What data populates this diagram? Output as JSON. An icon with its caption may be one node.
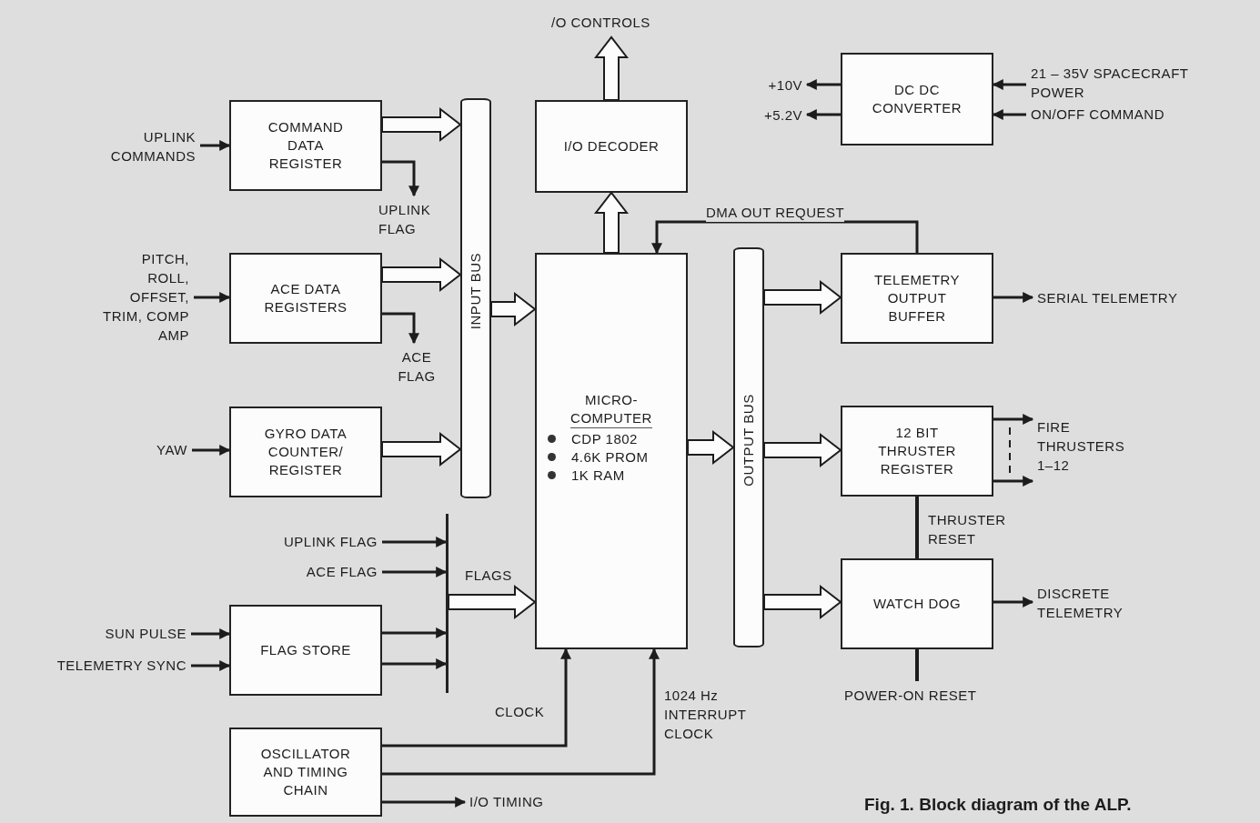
{
  "diagram": {
    "caption": "Fig. 1. Block diagram of the ALP.",
    "nodes": [
      {
        "text": [
          "COMMAND DATA REGISTER"
        ]
      },
      {
        "text": [
          "ACE DATA REGISTERS"
        ]
      },
      {
        "text": [
          "GYRO DATA COUNTER/ REGISTER"
        ]
      },
      {
        "text": [
          "INPUT BUS"
        ]
      },
      {
        "text": [
          "I/O DECODER"
        ]
      },
      {
        "text": [
          "MICRO-COMPUTER",
          "CDP 1802",
          "4.6K PROM",
          "1K RAM"
        ]
      },
      {
        "text": [
          "OUTPUT BUS"
        ]
      },
      {
        "text": [
          "DC DC CONVERTER"
        ]
      },
      {
        "text": [
          "TELEMETRY OUTPUT BUFFER"
        ]
      },
      {
        "text": [
          "12 BIT THRUSTER REGISTER"
        ]
      },
      {
        "text": [
          "WATCH DOG"
        ]
      },
      {
        "text": [
          "FLAG STORE"
        ]
      },
      {
        "text": [
          "OSCILLATOR AND TIMING CHAIN"
        ]
      },
      {
        "text": [],
        "shape": "bar"
      },
      {
        "text": [
          "UPLINK COMMANDS"
        ]
      },
      {
        "text": [
          "PITCH, ROLL, OFFSET, TRIM, COMP AMP"
        ]
      },
      {
        "text": [
          "YAW"
        ]
      },
      {
        "text": [
          "UPLINK FLAG"
        ]
      },
      {
        "text": [
          "ACE FLAG"
        ]
      },
      {
        "text": [
          "UPLINK FLAG"
        ]
      },
      {
        "text": [
          "ACE FLAG"
        ]
      },
      {
        "text": [
          "SUN PULSE"
        ]
      },
      {
        "text": [
          "TELEMETRY SYNC"
        ]
      },
      {
        "text": [
          "I/O TIMING"
        ]
      },
      {
        "text": [
          "/O CONTROLS"
        ]
      },
      {
        "text": [
          "+10V"
        ]
      },
      {
        "text": [
          "+5.2V"
        ]
      },
      {
        "text": [
          "21 – 35V SPACECRAFT POWER"
        ]
      },
      {
        "text": [
          "ON/OFF COMMAND"
        ]
      },
      {
        "text": [
          "SERIAL TELEMETRY"
        ]
      },
      {
        "text": [
          "FIRE THRUSTERS 1–12"
        ]
      },
      {
        "text": [
          "DISCRETE TELEMETRY"
        ]
      },
      {
        "text": [
          "POWER-ON RESET"
        ]
      }
    ],
    "edges": [
      {
        "from": 14,
        "to": 0,
        "arrow": "to"
      },
      {
        "from": 15,
        "to": 1,
        "arrow": "to"
      },
      {
        "from": 16,
        "to": 2,
        "arrow": "to"
      },
      {
        "from": 0,
        "to": 3,
        "arrow": "to",
        "style": "thick"
      },
      {
        "from": 1,
        "to": 3,
        "arrow": "to",
        "style": "thick"
      },
      {
        "from": 2,
        "to": 3,
        "arrow": "to",
        "style": "thick"
      },
      {
        "from": 0,
        "to": 17,
        "arrow": "to"
      },
      {
        "from": 1,
        "to": 18,
        "arrow": "to"
      },
      {
        "from": 3,
        "to": 5,
        "arrow": "to",
        "style": "thick"
      },
      {
        "from": 5,
        "to": 4,
        "arrow": "to",
        "style": "thick"
      },
      {
        "from": 4,
        "to": 24,
        "arrow": "to",
        "style": "thick"
      },
      {
        "from": 5,
        "to": 6,
        "arrow": "to",
        "style": "thick"
      },
      {
        "from": 6,
        "to": 8,
        "arrow": "to",
        "style": "thick"
      },
      {
        "from": 6,
        "to": 9,
        "arrow": "to",
        "style": "thick"
      },
      {
        "from": 6,
        "to": 10,
        "arrow": "to",
        "style": "thick"
      },
      {
        "from": 8,
        "to": 5,
        "arrow": "to",
        "label": "DMA OUT REQUEST"
      },
      {
        "from": 19,
        "to": 13,
        "arrow": "to"
      },
      {
        "from": 20,
        "to": 13,
        "arrow": "to"
      },
      {
        "from": 11,
        "to": 13,
        "arrow": "to"
      },
      {
        "from": 11,
        "to": 13,
        "arrow": "to"
      },
      {
        "from": 21,
        "to": 11,
        "arrow": "to"
      },
      {
        "from": 22,
        "to": 11,
        "arrow": "to"
      },
      {
        "from": 13,
        "to": 5,
        "arrow": "to",
        "style": "thick",
        "label": "FLAGS"
      },
      {
        "from": 12,
        "to": 5,
        "arrow": "to",
        "label": "CLOCK"
      },
      {
        "from": 12,
        "to": 5,
        "arrow": "to",
        "label": "1024 Hz INTERRUPT CLOCK"
      },
      {
        "from": 12,
        "to": 23,
        "arrow": "to"
      },
      {
        "from": 7,
        "to": 25,
        "arrow": "to"
      },
      {
        "from": 7,
        "to": 26,
        "arrow": "to"
      },
      {
        "from": 27,
        "to": 7,
        "arrow": "to"
      },
      {
        "from": 28,
        "to": 7,
        "arrow": "to"
      },
      {
        "from": 8,
        "to": 29,
        "arrow": "to"
      },
      {
        "from": 9,
        "to": 30,
        "arrow": "to"
      },
      {
        "from": 9,
        "to": 30,
        "arrow": "to"
      },
      {
        "from": 10,
        "to": 9,
        "arrow": "none",
        "label": "THRUSTER RESET"
      },
      {
        "from": 32,
        "to": 10,
        "arrow": "none"
      },
      {
        "from": 10,
        "to": 31,
        "arrow": "to"
      }
    ]
  }
}
